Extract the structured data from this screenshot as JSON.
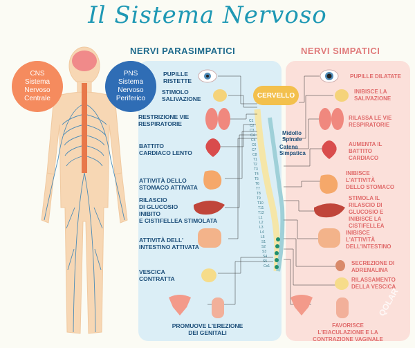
{
  "title": "Il Sistema Nervoso",
  "headers": {
    "para": "NERVI PARASIMPATICI",
    "simp": "NERVI SIMPATICI"
  },
  "cns": {
    "line1": "CNS",
    "line2": "Sistema",
    "line3": "Nervoso",
    "line4": "Centrale"
  },
  "pns": {
    "line1": "PNS",
    "line2": "Sistema",
    "line3": "Nervoso",
    "line4": "Periferico"
  },
  "cervello": "CERVELLO",
  "midollo": {
    "l1": "Midollo",
    "l2": "Spinale"
  },
  "catena": {
    "l1": "Catena",
    "l2": "Simpatica"
  },
  "para": [
    {
      "l1": "PUPILLE",
      "l2": "RISTETTE"
    },
    {
      "l1": "STIMOLO",
      "l2": "SALIVAZIONE"
    },
    {
      "l1": "RESTRIZIONE VIE",
      "l2": "RESPIRATORIE"
    },
    {
      "l1": "BATTITO",
      "l2": "CARDIACO LENTO"
    },
    {
      "l1": "ATTIVITÀ DELLO",
      "l2": "STOMACO ATTIVATA"
    },
    {
      "l1": "RILASCIO",
      "l2": "DI GLUCOSIO",
      "l3": "INIBITO",
      "l4": "E CISTIFELLEA STIMOLATA"
    },
    {
      "l1": "ATTIVITÀ DELL'",
      "l2": "INTESTINO ATTIVATA"
    },
    {
      "l1": "VESCICA",
      "l2": "CONTRATTA"
    }
  ],
  "para_footer": {
    "l1": "PROMUOVE L'EREZIONE",
    "l2": "DEI GENITALI"
  },
  "simp": [
    {
      "l1": "PUPILLE DILATATE"
    },
    {
      "l1": "INIBISCE LA",
      "l2": "SALIVAZIONE"
    },
    {
      "l1": "RILASSA LE VIE",
      "l2": "RESPIRATORIE"
    },
    {
      "l1": "AUMENTA IL",
      "l2": "BATTITO",
      "l3": "CARDIACO"
    },
    {
      "l1": "INIBISCE",
      "l2": "L'ATTIVITÀ",
      "l3": "DELLO STOMACO"
    },
    {
      "l1": "STIMOLA IL",
      "l2": "RILASCIO DI",
      "l3": "GLUCOSIO E",
      "l4": "INIBISCE LA",
      "l5": "CISTIFELLEA"
    },
    {
      "l1": "INIBISCE",
      "l2": "L'ATTIVITÀ",
      "l3": "DELL'INTESTINO"
    },
    {
      "l1": "SECREZIONE DI",
      "l2": "ADRENALINA"
    },
    {
      "l1": "RILASSAMENTO",
      "l2": "DELLA VESCICA"
    }
  ],
  "simp_footer": {
    "l1": "FAVORISCE",
    "l2": "L'EIACULAZIONE E LA",
    "l3": "CONTRAZIONE VAGINALE"
  },
  "segments": [
    "C1",
    "C2",
    "C3",
    "C4",
    "C5",
    "C6",
    "C7",
    "C8",
    "T1",
    "T2",
    "T3",
    "T4",
    "T5",
    "T6",
    "T7",
    "T8",
    "T9",
    "T10",
    "T11",
    "T12",
    "L1",
    "L2",
    "L3",
    "L4",
    "L5",
    "S1",
    "S2",
    "S3",
    "S4",
    "S5",
    "Co1"
  ],
  "watermark": "QOLAR",
  "colors": {
    "teal": "#1e98b4",
    "navy": "#1d4f7a",
    "salmon": "#e06b6b",
    "orange": "#f58b5e",
    "blue": "#2f6db5",
    "yellow": "#f3c04d"
  }
}
